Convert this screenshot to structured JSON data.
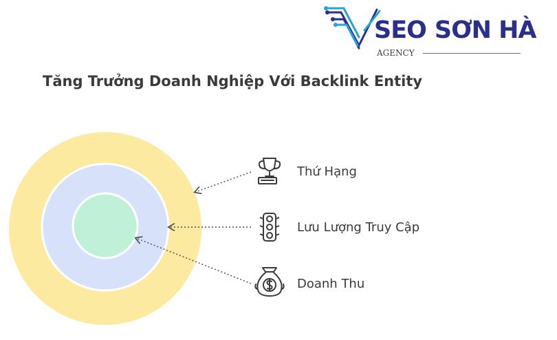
{
  "logo": {
    "brand_seo": "SEO",
    "brand_name": "SƠN HÀ",
    "tagline": "AGENCY"
  },
  "title": "Tăng Trưởng Doanh Nghiệp Với Backlink Entity",
  "rings": [
    {
      "id": "outer",
      "color": "#fbeaa0"
    },
    {
      "id": "middle",
      "color": "#d7e1fa"
    },
    {
      "id": "inner",
      "color": "#bff0d8"
    }
  ],
  "items": [
    {
      "label": "Thứ Hạng",
      "icon": "trophy-icon",
      "target_ring": "outer"
    },
    {
      "label": "Lưu Lượng Truy Cập",
      "icon": "traffic-light-icon",
      "target_ring": "middle"
    },
    {
      "label": "Doanh Thu",
      "icon": "money-bag-icon",
      "target_ring": "inner"
    }
  ],
  "colors": {
    "logo_blue": "#2a2f8c",
    "logo_cyan": "#22a6d8",
    "text": "#3a3a3a"
  }
}
